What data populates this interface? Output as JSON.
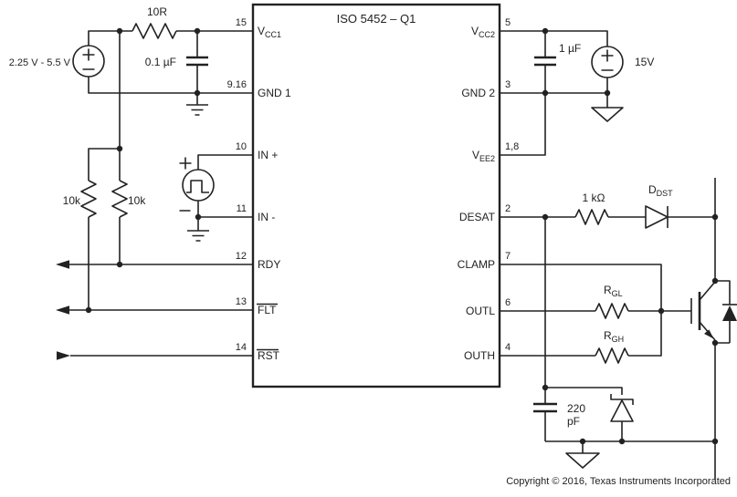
{
  "ic": {
    "title": "ISO 5452 – Q1",
    "left_pins": [
      {
        "num": "15",
        "base": "V",
        "sub": "CC1"
      },
      {
        "num": "9.16",
        "base": "GND 1",
        "sub": ""
      },
      {
        "num": "10",
        "base": "IN +",
        "sub": ""
      },
      {
        "num": "11",
        "base": "IN -",
        "sub": ""
      },
      {
        "num": "12",
        "base": "RDY",
        "sub": ""
      },
      {
        "num": "13",
        "base": "FLT",
        "sub": ""
      },
      {
        "num": "14",
        "base": "RST",
        "sub": ""
      }
    ],
    "right_pins": [
      {
        "num": "5",
        "base": "V",
        "sub": "CC2"
      },
      {
        "num": "3",
        "base": "GND 2",
        "sub": ""
      },
      {
        "num": "1,8",
        "base": "V",
        "sub": "EE2"
      },
      {
        "num": "2",
        "base": "DESAT",
        "sub": ""
      },
      {
        "num": "7",
        "base": "CLAMP",
        "sub": ""
      },
      {
        "num": "6",
        "base": "OUTL",
        "sub": ""
      },
      {
        "num": "4",
        "base": "OUTH",
        "sub": ""
      }
    ]
  },
  "left_circuit": {
    "supply_label": "2.25 V - 5.5 V",
    "series_resistor": "10R",
    "bypass_cap": "0.1 µF",
    "pullup_left": "10k",
    "pullup_right": "10k"
  },
  "right_circuit": {
    "bypass_cap": "1 µF",
    "supply_label": "15V",
    "desat_resistor": "1 kΩ",
    "desat_diode": {
      "base": "D",
      "sub": "DST"
    },
    "gate_low_resistor": {
      "base": "R",
      "sub": "GL"
    },
    "gate_high_resistor": {
      "base": "R",
      "sub": "GH"
    },
    "blanking_cap_value": "220",
    "blanking_cap_unit": "pF"
  },
  "footer": {
    "copyright": "Copyright © 2016, Texas Instruments Incorporated"
  }
}
